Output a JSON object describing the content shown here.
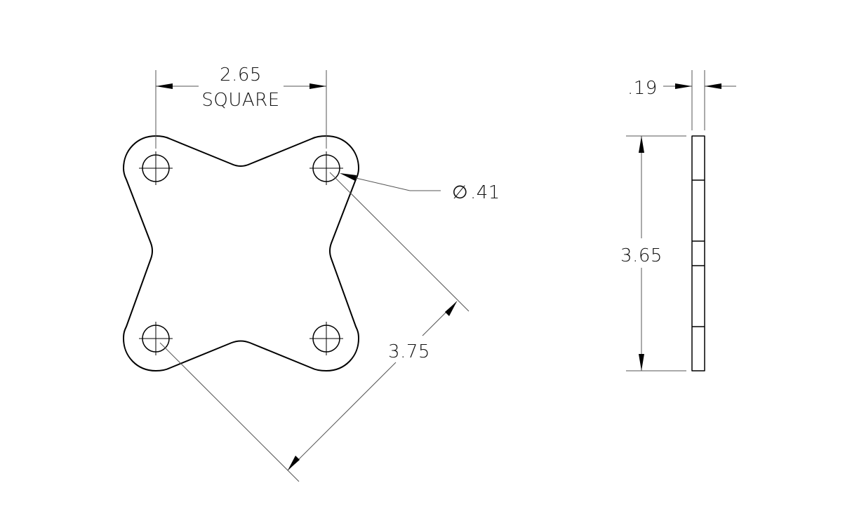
{
  "drawing": {
    "front_view": {
      "width_dimension": {
        "value": "2.65",
        "note": "SQUARE"
      },
      "hole_diameter": {
        "symbol": "∅",
        "value": ".41"
      },
      "diagonal_dimension": {
        "value": "3.75"
      }
    },
    "side_view": {
      "thickness_dimension": {
        "value": ".19"
      },
      "height_dimension": {
        "value": "3.65"
      }
    }
  }
}
